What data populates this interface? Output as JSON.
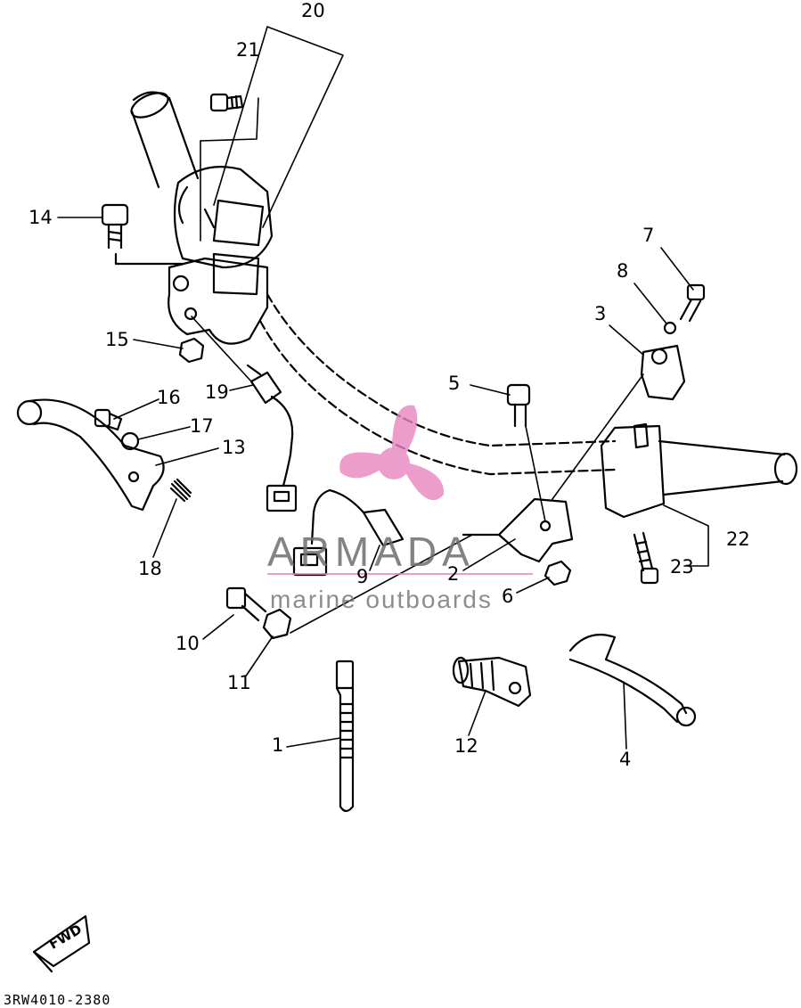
{
  "diagram": {
    "code": "3RW4010-2380",
    "fwd_label": "FWD",
    "watermark": {
      "brand": "ARMADA",
      "sub": "marine outboards",
      "color": "#e985c0"
    },
    "callouts": [
      "20",
      "21",
      "14",
      "15",
      "16",
      "17",
      "13",
      "18",
      "19",
      "7",
      "8",
      "3",
      "5",
      "22",
      "23",
      "9",
      "2",
      "6",
      "10",
      "11",
      "1",
      "12",
      "4"
    ]
  }
}
